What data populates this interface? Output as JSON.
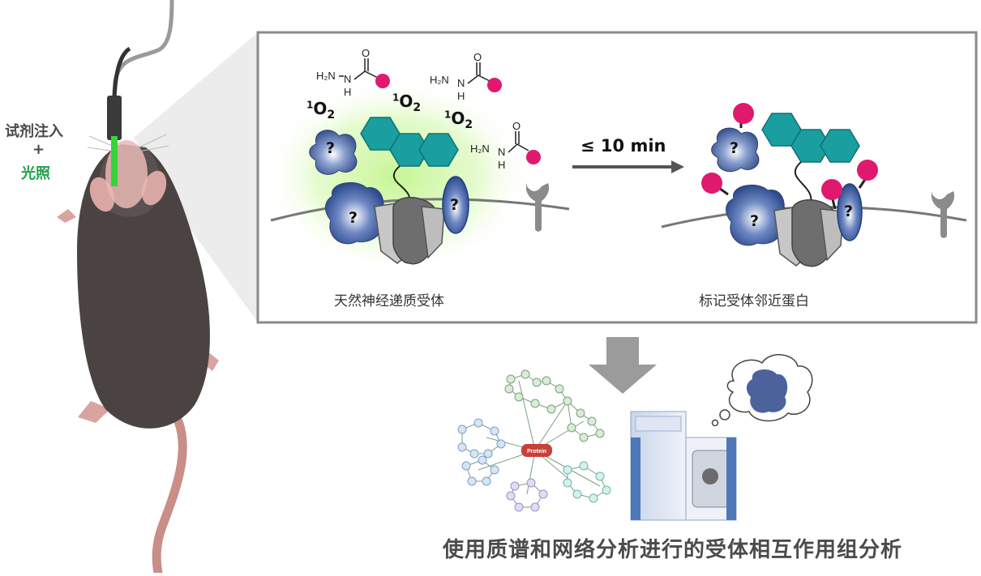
{
  "left_labels": {
    "injection": "试剂注入",
    "plus": "+",
    "illumination": "光照"
  },
  "panel": {
    "left_caption": "天然神经递质受体",
    "right_caption": "标记受体邻近蛋白",
    "time_label": "≤ 10 min",
    "singlet_oxygen": {
      "sup": "1",
      "base": "O",
      "sub": "2"
    },
    "hydrazide": {
      "h2n": "H2N",
      "n": "N",
      "h": "H",
      "o": "O"
    },
    "unknown_mark": "?"
  },
  "bottom": {
    "network_hub": "Protein",
    "caption": "使用质谱和网络分析进行的受体相互作用组分析"
  },
  "colors": {
    "probe_pink": "#e0196f",
    "photocatalyst_teal": "#1a9ea0",
    "glow_green": "#b5f07a",
    "fiber_green": "#36d43a",
    "arrow_gray": "#9b9b9b",
    "protein_blue": "#3b5490"
  }
}
